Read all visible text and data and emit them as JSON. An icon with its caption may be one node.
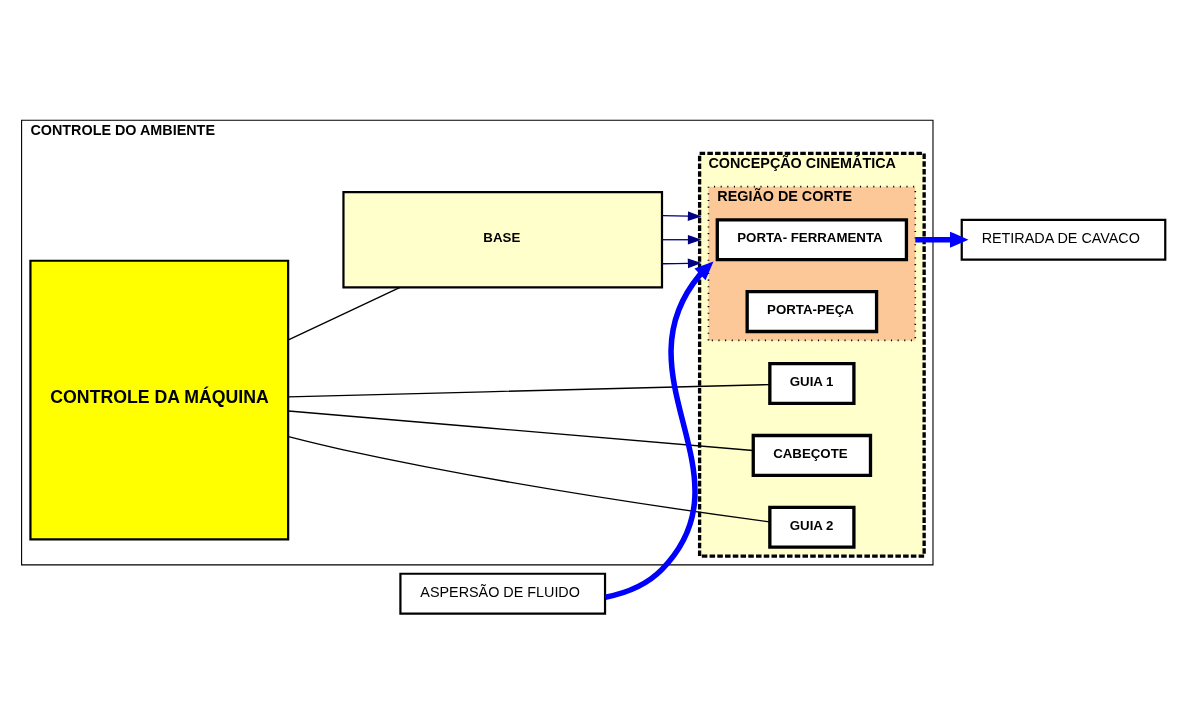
{
  "diagram": {
    "nodes": [
      {
        "text": [
          "CONTROLE DO AMBIENTE"
        ]
      },
      {
        "text": [
          "CONTROLE DA MÁQUINA"
        ],
        "in": 0
      },
      {
        "text": [
          "CONCEPÇÃO CINEMÁTICA"
        ],
        "in": 0
      },
      {
        "text": [
          "REGIÃO DE CORTE"
        ],
        "in": 2
      },
      {
        "text": [
          "PORTA- FERRAMENTA"
        ],
        "in": 3
      },
      {
        "text": [
          "PORTA-PEÇA"
        ],
        "in": 3
      },
      {
        "text": [
          "CABEÇOTE"
        ],
        "in": 2
      },
      {
        "text": [
          "GUIA 1"
        ],
        "in": 2
      },
      {
        "text": [
          "GUIA 2"
        ],
        "in": 2
      },
      {
        "text": [
          "BASE"
        ],
        "in": 0
      },
      {
        "text": [
          "ASPERSÃO DE FLUIDO"
        ]
      },
      {
        "text": [
          "RETIRADA DE CAVACO"
        ]
      }
    ],
    "edges": [
      {
        "from": 1,
        "to": 6,
        "arrow": "none"
      },
      {
        "from": 1,
        "to": 7,
        "arrow": "none"
      },
      {
        "from": 1,
        "to": 8,
        "arrow": "none"
      },
      {
        "from": 1,
        "to": 9,
        "arrow": "none"
      },
      {
        "from": 10,
        "to": 3,
        "arrow": "to",
        "style": "thick",
        "color": "#0000ff"
      },
      {
        "from": 3,
        "to": 11,
        "arrow": "to",
        "style": "thick",
        "color": "#0000ff"
      },
      {
        "from": 9,
        "to": 2,
        "arrow": "to",
        "color": "#000080"
      },
      {
        "from": 9,
        "to": 2,
        "arrow": "to",
        "color": "#000080"
      },
      {
        "from": 9,
        "to": 2,
        "arrow": "to",
        "color": "#000080"
      }
    ]
  }
}
